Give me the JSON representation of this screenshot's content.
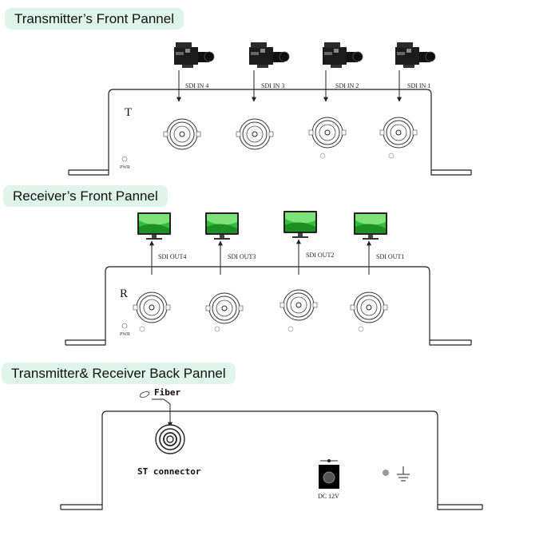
{
  "sections": {
    "tx_front": {
      "title": "Transmitter’s Front Pannel",
      "panel_letter": "T",
      "pwr_label": "PWR"
    },
    "rx_front": {
      "title": "Receiver’s Front Pannel",
      "panel_letter": "R",
      "pwr_label": "PWR"
    },
    "back": {
      "title": "Transmitter& Receiver Back Pannel",
      "fiber_label": "Fiber",
      "connector_label": "ST connector",
      "dc_label": "DC 12V"
    }
  },
  "tx_ports": [
    "SDI IN 4",
    "SDI IN 3",
    "SDI IN 2",
    "SDI IN 1"
  ],
  "rx_ports": [
    "SDI OUT4",
    "SDI OUT3",
    "SDI OUT2",
    "SDI OUT1"
  ],
  "icons": {
    "camera": "video-camera-icon",
    "monitor": "monitor-icon",
    "ground": "ground-symbol-icon"
  },
  "colors": {
    "banner_bg": "#dff5ec",
    "screen_green": "#2fbf3a",
    "screen_dark": "#0b3d12"
  }
}
